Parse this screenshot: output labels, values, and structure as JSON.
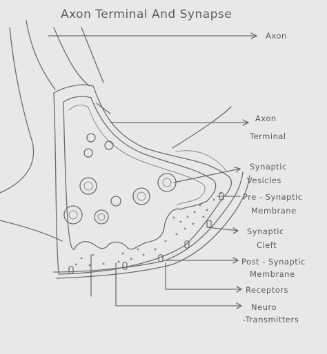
{
  "title": "Axon Terminal And Synapse",
  "labels": {
    "axon": "Axon",
    "axon_terminal_1": "Axon",
    "axon_terminal_2": "Terminal",
    "synaptic_vesicles_1": "Synaptic",
    "synaptic_vesicles_2": "Vesicles",
    "presynaptic_1": "Pre - Synaptic",
    "presynaptic_2": "Membrane",
    "cleft_1": "Synaptic",
    "cleft_2": "Cleft",
    "postsynaptic_1": "Post - Synaptic",
    "postsynaptic_2": "Membrane",
    "receptors": "Receptors",
    "neuro_1": "Neuro",
    "neuro_2": "-Transmitters"
  },
  "colors": {
    "paper": "#e9e8e6",
    "pencil": "#6b6b6b"
  }
}
